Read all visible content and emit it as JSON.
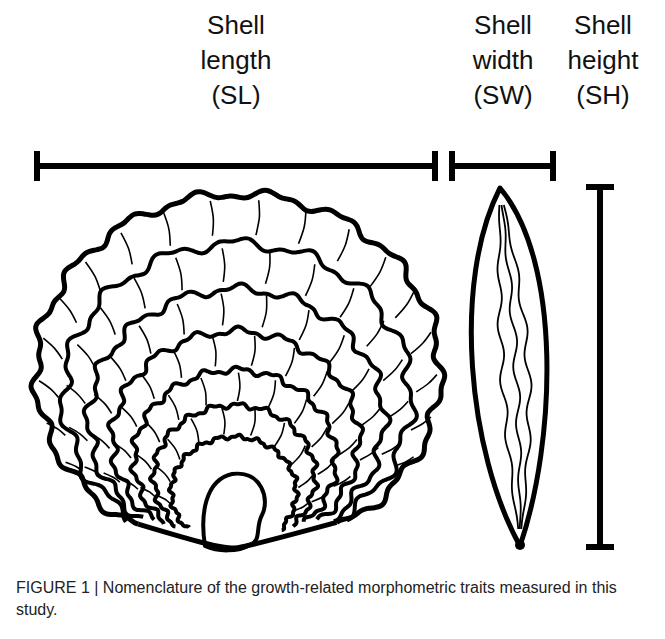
{
  "diagram": {
    "caption": "FIGURE 1 | Nomenclature of the growth-related morphometric traits measured in this study.",
    "labels": [
      "Shell length (SL)",
      "Shell width (SW)",
      "Shell height (SH)"
    ]
  }
}
